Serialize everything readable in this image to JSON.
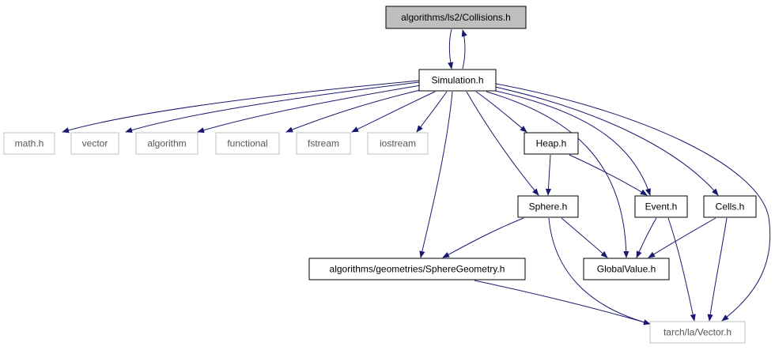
{
  "diagram": {
    "colors": {
      "edge": "#191970",
      "node_border": "#000000",
      "external_border": "#bfbfbf",
      "root_fill": "#bfbfbf",
      "node_fill": "#ffffff",
      "text": "#000000"
    },
    "nodes": [
      {
        "id": "collisions",
        "label": "algorithms/ls2/Collisions.h",
        "kind": "root"
      },
      {
        "id": "simulation",
        "label": "Simulation.h",
        "kind": "local"
      },
      {
        "id": "math",
        "label": "math.h",
        "kind": "external"
      },
      {
        "id": "vector",
        "label": "vector",
        "kind": "external"
      },
      {
        "id": "algorithm",
        "label": "algorithm",
        "kind": "external"
      },
      {
        "id": "functional",
        "label": "functional",
        "kind": "external"
      },
      {
        "id": "fstream",
        "label": "fstream",
        "kind": "external"
      },
      {
        "id": "iostream",
        "label": "iostream",
        "kind": "external"
      },
      {
        "id": "heap",
        "label": "Heap.h",
        "kind": "local"
      },
      {
        "id": "sphere",
        "label": "Sphere.h",
        "kind": "local"
      },
      {
        "id": "event",
        "label": "Event.h",
        "kind": "local"
      },
      {
        "id": "cells",
        "label": "Cells.h",
        "kind": "local"
      },
      {
        "id": "spheregeom",
        "label": "algorithms/geometries/SphereGeometry.h",
        "kind": "local"
      },
      {
        "id": "globalvalue",
        "label": "GlobalValue.h",
        "kind": "local"
      },
      {
        "id": "tarchvector",
        "label": "tarch/la/Vector.h",
        "kind": "external"
      }
    ],
    "edges": [
      {
        "from": "collisions",
        "to": "simulation"
      },
      {
        "from": "simulation",
        "to": "collisions"
      },
      {
        "from": "simulation",
        "to": "math"
      },
      {
        "from": "simulation",
        "to": "vector"
      },
      {
        "from": "simulation",
        "to": "algorithm"
      },
      {
        "from": "simulation",
        "to": "functional"
      },
      {
        "from": "simulation",
        "to": "fstream"
      },
      {
        "from": "simulation",
        "to": "iostream"
      },
      {
        "from": "simulation",
        "to": "heap"
      },
      {
        "from": "simulation",
        "to": "sphere"
      },
      {
        "from": "simulation",
        "to": "spheregeom"
      },
      {
        "from": "simulation",
        "to": "globalvalue"
      },
      {
        "from": "simulation",
        "to": "event"
      },
      {
        "from": "simulation",
        "to": "cells"
      },
      {
        "from": "simulation",
        "to": "tarchvector"
      },
      {
        "from": "heap",
        "to": "sphere"
      },
      {
        "from": "heap",
        "to": "event"
      },
      {
        "from": "sphere",
        "to": "spheregeom"
      },
      {
        "from": "sphere",
        "to": "globalvalue"
      },
      {
        "from": "sphere",
        "to": "tarchvector"
      },
      {
        "from": "event",
        "to": "globalvalue"
      },
      {
        "from": "event",
        "to": "tarchvector"
      },
      {
        "from": "cells",
        "to": "globalvalue"
      },
      {
        "from": "cells",
        "to": "tarchvector"
      },
      {
        "from": "spheregeom",
        "to": "tarchvector"
      }
    ]
  }
}
